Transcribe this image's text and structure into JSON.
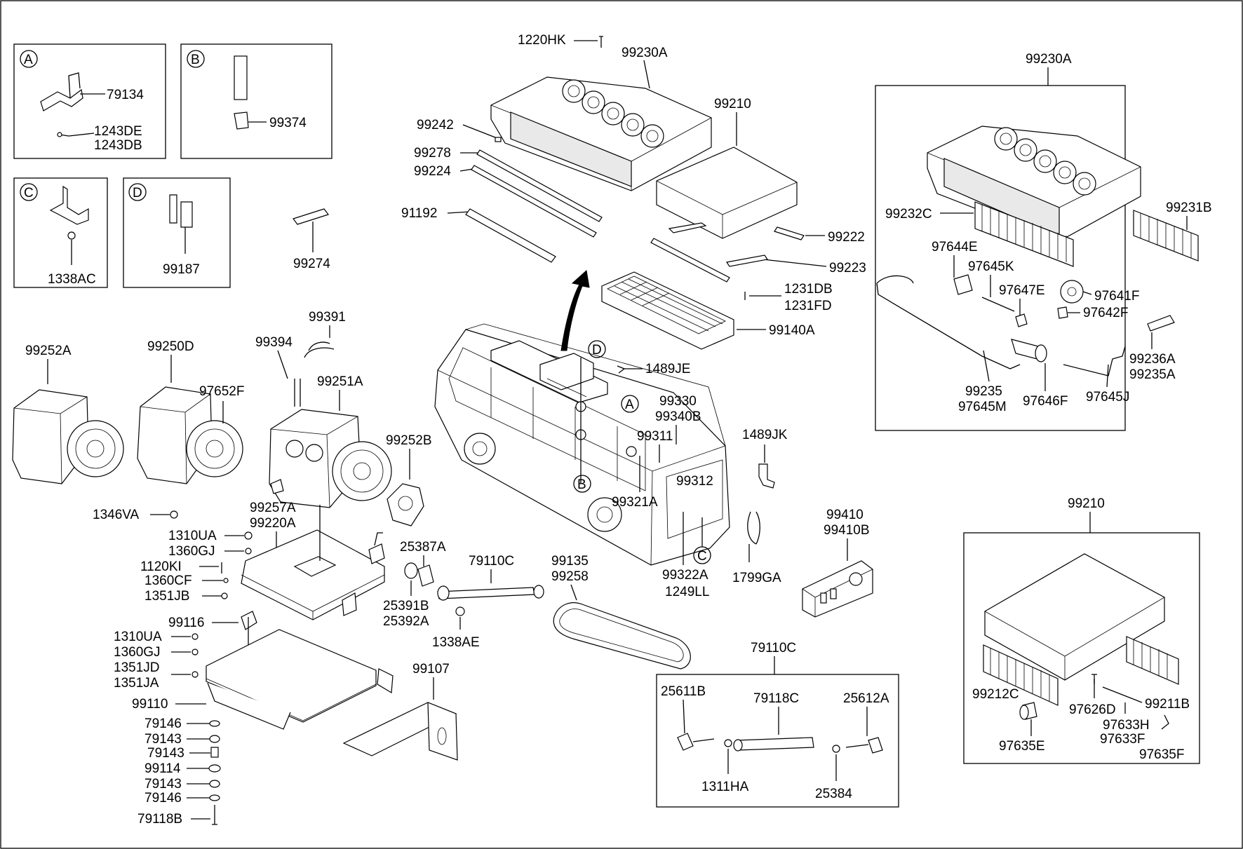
{
  "callouts": {
    "p79134": "79134",
    "p1243DE": "1243DE",
    "p1243DB": "1243DB",
    "p99374": "99374",
    "p1338AC": "1338AC",
    "p99187": "99187",
    "p99274": "99274",
    "p1220HK": "1220HK",
    "p99230A_top": "99230A",
    "p99242": "99242",
    "p99278": "99278",
    "p99224": "99224",
    "p91192": "91192",
    "p99210_top": "99210",
    "p99222": "99222",
    "p99223": "99223",
    "p1231DB": "1231DB",
    "p1231FD": "1231FD",
    "p99140A": "99140A",
    "p1489JE": "1489JE",
    "p99330": "99330",
    "p99340B": "99340B",
    "p99311": "99311",
    "p99312": "99312",
    "p99321A": "99321A",
    "p99322A": "99322A",
    "p1249LL": "1249LL",
    "p1489JK": "1489JK",
    "p1799GA": "1799GA",
    "p99410": "99410",
    "p99410B": "99410B",
    "p99252A": "99252A",
    "p99250D": "99250D",
    "p97652F": "97652F",
    "p99394": "99394",
    "p99391": "99391",
    "p99251A": "99251A",
    "p99252B": "99252B",
    "p1346VA": "1346VA",
    "p99257A": "99257A",
    "p99220A": "99220A",
    "p1310UA_a": "1310UA",
    "p1360GJ_a": "1360GJ",
    "p1120KI": "1120KI",
    "p1360CF": "1360CF",
    "p1351JB": "1351JB",
    "p99116": "99116",
    "p1310UA_b": "1310UA",
    "p1360GJ_b": "1360GJ",
    "p1351JD": "1351JD",
    "p1351JA": "1351JA",
    "p99110": "99110",
    "p79146_a": "79146",
    "p79143_a": "79143",
    "p79143_b": "79143",
    "p99114": "99114",
    "p79143_c": "79143",
    "p79146_b": "79146",
    "p79118B": "79118B",
    "p25387A": "25387A",
    "p79110C_a": "79110C",
    "p25391B": "25391B",
    "p25392A": "25392A",
    "p1338AE": "1338AE",
    "p99135": "99135",
    "p99258": "99258",
    "p99107": "99107",
    "p79110C_b": "79110C",
    "p25611B": "25611B",
    "p79118C": "79118C",
    "p25612A": "25612A",
    "p1311HA": "1311HA",
    "p25384": "25384",
    "p99230A_right": "99230A",
    "p99232C": "99232C",
    "p99231B": "99231B",
    "p97644E": "97644E",
    "p97645K": "97645K",
    "p97647E": "97647E",
    "p97641F": "97641F",
    "p97642F": "97642F",
    "p99236A": "99236A",
    "p99235A": "99235A",
    "p99235": "99235",
    "p97645M": "97645M",
    "p97646F": "97646F",
    "p97645J": "97645J",
    "p99210_right": "99210",
    "p99212C": "99212C",
    "p97626D": "97626D",
    "p99211B": "99211B",
    "p97633H": "97633H",
    "p97633F": "97633F",
    "p97635E": "97635E",
    "p97635F": "97635F"
  },
  "circle_letters": {
    "A": "A",
    "B": "B",
    "C": "C",
    "D": "D"
  }
}
